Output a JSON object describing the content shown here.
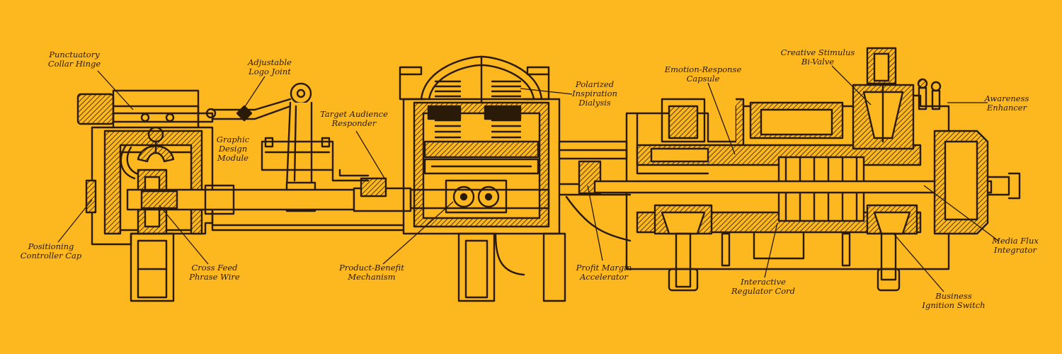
{
  "colors": {
    "background": "#FDB71F",
    "ink": "#2a1a08"
  },
  "labels": {
    "punctuatory_collar_hinge": [
      "Punctuatory",
      "Collar Hinge"
    ],
    "adjustable_logo_joint": [
      "Adjustable",
      "Logo Joint"
    ],
    "graphic_design_module": [
      "Graphic",
      "Design",
      "Module"
    ],
    "target_audience_responder": [
      "Target Audience",
      "Responder"
    ],
    "polarized_inspiration_dialysis": [
      "Polarized",
      "Inspiration",
      "Dialysis"
    ],
    "emotion_response_capsule": [
      "Emotion-Response",
      "Capsule"
    ],
    "creative_stimulus_bi_valve": [
      "Creative Stimulus",
      "Bi-Valve"
    ],
    "awareness_enhancer": [
      "Awareness",
      "Enhancer"
    ],
    "positioning_controller_cap": [
      "Positioning",
      "Controller Cap"
    ],
    "cross_feed_phrase_wire": [
      "Cross Feed",
      "Phrase Wire"
    ],
    "product_benefit_mechanism": [
      "Product-Benefit",
      "Mechanism"
    ],
    "profit_margin_accelerator": [
      "Profit Margin",
      "Accelerator"
    ],
    "interactive_regulator_cord": [
      "Interactive",
      "Regulator Cord"
    ],
    "business_ignition_switch": [
      "Business",
      "Ignition Switch"
    ],
    "media_flux_integrator": [
      "Media Flux",
      "Integrator"
    ]
  }
}
